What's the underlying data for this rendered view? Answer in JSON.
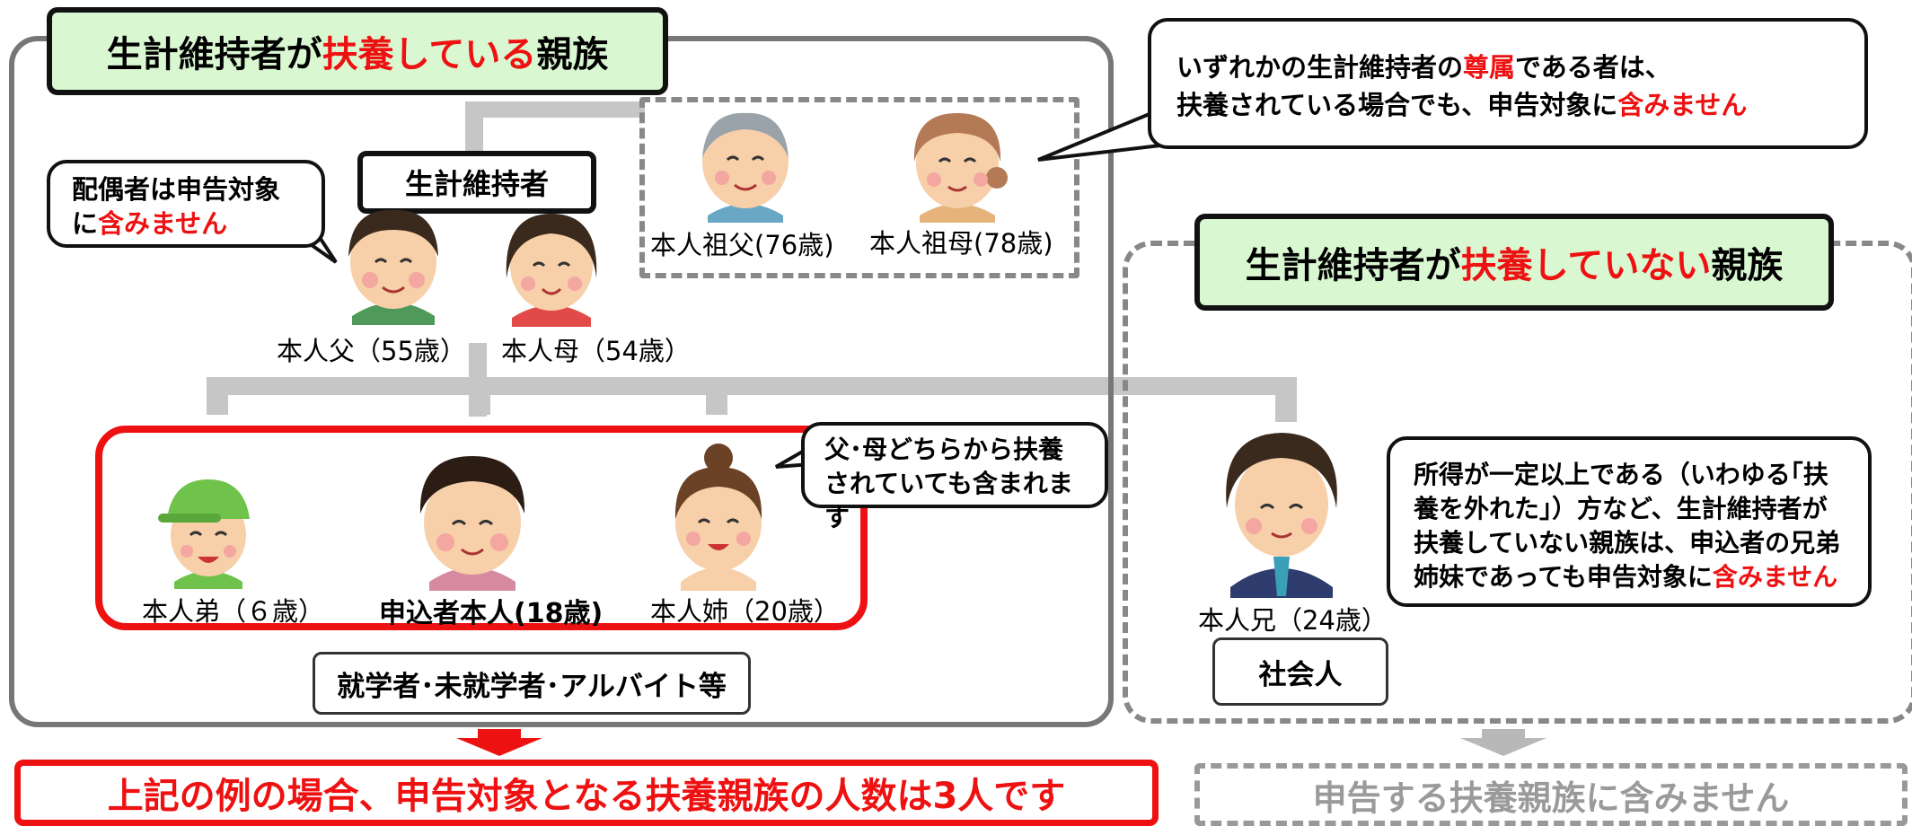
{
  "dependent_group": {
    "title_pre": "生計維持者が",
    "title_red": "扶養している",
    "title_post": "親族",
    "breadwinner_label": "生計維持者",
    "spouse_note_line1": "配偶者は申告対象",
    "spouse_note_pre": "に",
    "spouse_note_red": "含みません",
    "father": "本人父（55歳）",
    "mother": "本人母（54歳）",
    "grandfather": "本人祖父(76歳)",
    "grandmother": "本人祖母(78歳)",
    "younger_brother": "本人弟（６歳）",
    "applicant": "申込者本人(18歳)",
    "elder_sister": "本人姉（20歳）",
    "parent_note_line1": "父･母どちらから扶養",
    "parent_note_line2": "されていても含まれます",
    "student_tag": "就学者･未就学者･アルバイト等"
  },
  "lineal_note": {
    "line1_pre": "いずれかの生計維持者の",
    "line1_red": "尊属",
    "line1_post": "である者は、",
    "line2_pre": "扶養されている場合でも、申告対象に",
    "line2_red": "含みません"
  },
  "nondependent_group": {
    "title_pre": "生計維持者が",
    "title_red": "扶養していない",
    "title_post": "親族",
    "elder_brother": "本人兄（24歳）",
    "worker_tag": "社会人",
    "note_line1": "所得が一定以上である（いわゆる｢扶",
    "note_line2": "養を外れた｣）方など、生計維持者が",
    "note_line3": "扶養していない親族は、申込者の兄弟",
    "note_line4_pre": "姉妹であっても申告対象に",
    "note_line4_red": "含みません"
  },
  "result": {
    "included": "上記の例の場合、申告対象となる扶養親族の人数は3人です",
    "excluded": "申告する扶養親族に含みません"
  },
  "colors": {
    "accent_red": "#ee1111",
    "title_fill": "#d9f8d2",
    "connector": "#c6c6c6",
    "group_border": "#777777"
  }
}
